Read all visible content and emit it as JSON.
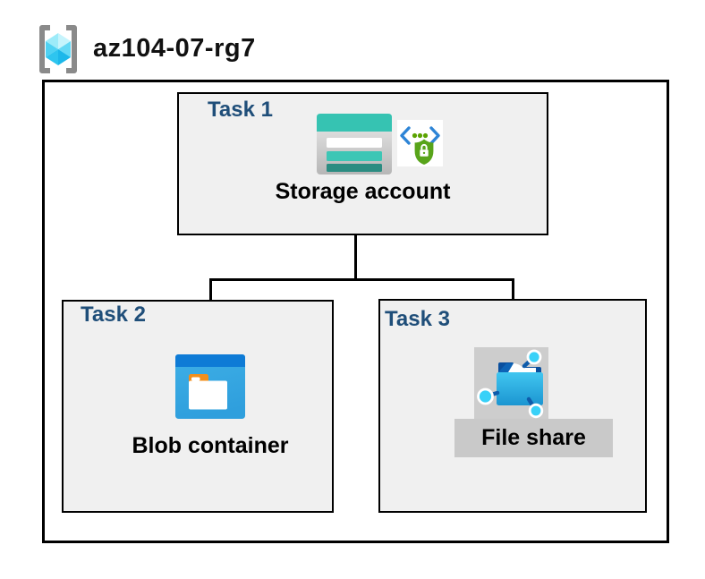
{
  "resource_group": {
    "name": "az104-07-rg7"
  },
  "tasks": [
    {
      "label": "Task 1",
      "item": "Storage account"
    },
    {
      "label": "Task 2",
      "item": "Blob container"
    },
    {
      "label": "Task 3",
      "item": "File share",
      "highlighted": true
    }
  ],
  "edges": [
    {
      "from": "Storage account",
      "to": "Blob container"
    },
    {
      "from": "Storage account",
      "to": "File share"
    }
  ],
  "icons": {
    "resource_group": "resource-group-icon",
    "task1": [
      "storage-account-icon",
      "secure-endpoint-icon"
    ],
    "task2": [
      "blob-container-icon"
    ],
    "task3": [
      "file-share-icon"
    ]
  },
  "colors": {
    "task_label": "#1f4e79",
    "box_fill": "#f0f0f0",
    "box_border": "#000000",
    "connector": "#000000",
    "storage_teal": "#36c3b2",
    "storage_teal_dark": "#2a8c81",
    "blob_top_blue": "#0e7bd6",
    "blob_body_blue": "#36a9e1",
    "folder_tab_orange": "#f28f1b",
    "file_share_cyan": "#2bb3e8",
    "shield_green": "#58a41a",
    "highlight_gray": "#cdcdcd"
  }
}
